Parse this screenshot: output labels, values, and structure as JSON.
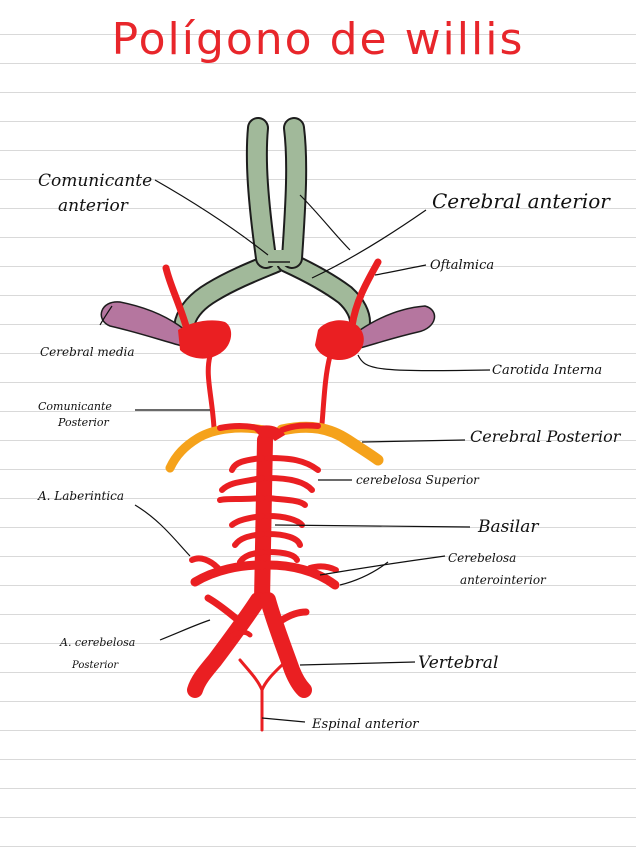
{
  "title": "Polígono de willis",
  "labels": {
    "comunicante_anterior_1": "Comunicante",
    "comunicante_anterior_2": "anterior",
    "cerebral_anterior": "Cerebral anterior",
    "oftalmica": "Oftalmica",
    "cerebral_media": "Cerebral media",
    "carotida_interna": "Carotida Interna",
    "comunicante_posterior_1": "Comunicante",
    "comunicante_posterior_2": "Posterior",
    "cerebral_posterior": "Cerebral Posterior",
    "cerebelosa_superior": "cerebelosa Superior",
    "laberintica": "A. Laberintica",
    "basilar": "Basilar",
    "cerebelosa_antero_1": "Cerebelosa",
    "cerebelosa_antero_2": "anterointerior",
    "cerebelosa_posterior_1": "A. cerebelosa",
    "cerebelosa_posterior_2": "Posterior",
    "vertebral": "Vertebral",
    "espinal_anterior": "Espinal anterior"
  },
  "colors": {
    "artery_red": "#ea1f22",
    "anterior_green": "#a1b99a",
    "media_purple": "#b5769f",
    "posterior_orange": "#f5a21b",
    "title_red": "#e8262b"
  }
}
